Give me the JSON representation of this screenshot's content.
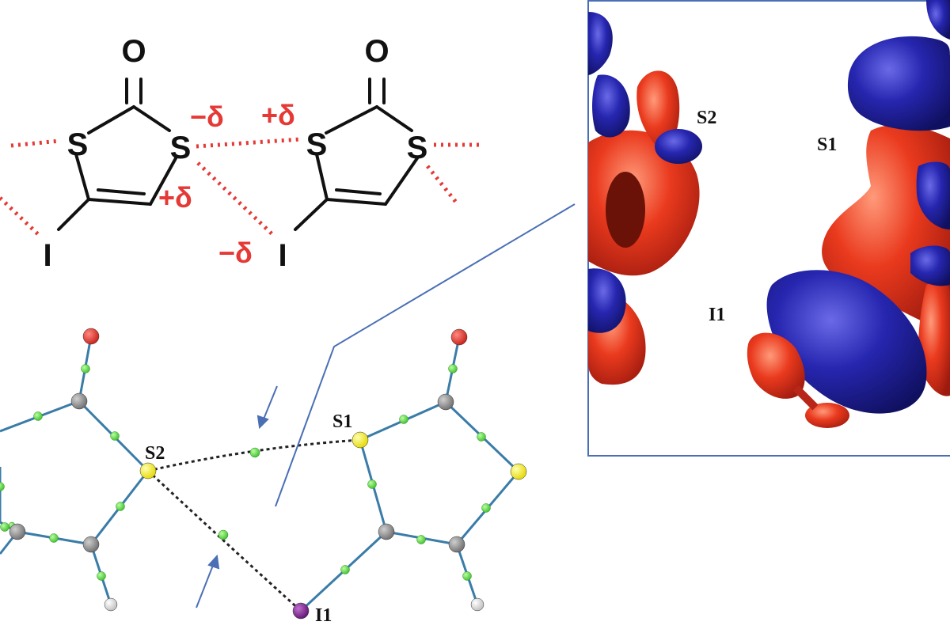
{
  "structure": {
    "atoms": {
      "oxygen": "O",
      "sulfur": "S",
      "iodine": "I"
    },
    "charges": {
      "negative": "−δ",
      "positive": "+δ"
    }
  },
  "graph": {
    "labels": {
      "s1": "S1",
      "s2": "S2",
      "i1": "I1"
    }
  },
  "isosurface": {
    "labels": {
      "s1": "S1",
      "s2": "S2",
      "i1": "I1"
    }
  },
  "colors": {
    "bond_dash": "#e53935",
    "charge_text": "#e53935",
    "callout_line": "#4a6fb5",
    "inset_border": "#4a6fb5",
    "surface_red": "#e8341f",
    "surface_blue": "#2525a8",
    "sulfur_atom": "#f2ea1b",
    "carbon_atom": "#8a8a8a",
    "oxygen_atom": "#d8281e",
    "iodine_atom": "#7a1f8a",
    "hydrogen_atom": "#e6e6e6",
    "critical_point": "#5fd64a"
  }
}
